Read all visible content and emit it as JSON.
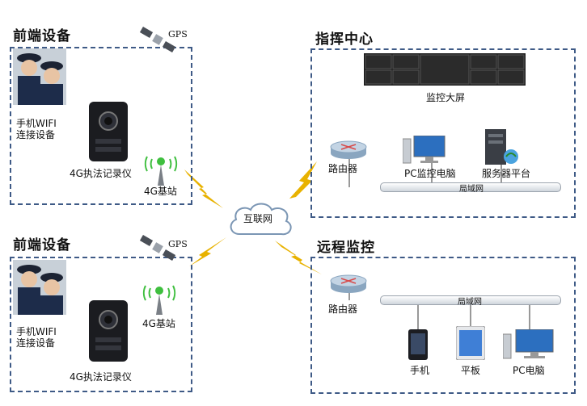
{
  "front_top": {
    "title": "前端设备",
    "gps": "GPS",
    "phone_label_1": "手机WIFI",
    "phone_label_2": "连接设备",
    "recorder": "4G执法记录仪",
    "base_station": "4G基站"
  },
  "front_bottom": {
    "title": "前端设备",
    "gps": "GPS",
    "phone_label_1": "手机WIFI",
    "phone_label_2": "连接设备",
    "recorder": "4G执法记录仪",
    "base_station": "4G基站"
  },
  "internet": "互联网",
  "command_center": {
    "title": "指挥中心",
    "screen_wall": "监控大屏",
    "router": "路由器",
    "pc": "PC监控电脑",
    "server": "服务器平台",
    "lan": "局域网"
  },
  "remote": {
    "title": "远程监控",
    "router": "路由器",
    "lan": "局域网",
    "phone": "手机",
    "tablet": "平板",
    "pc": "PC电脑"
  },
  "colors": {
    "border": "#3e5a86",
    "lightning": "#e8b200",
    "router": "#9fb8d0",
    "antenna_ball": "#3fbf3f"
  }
}
